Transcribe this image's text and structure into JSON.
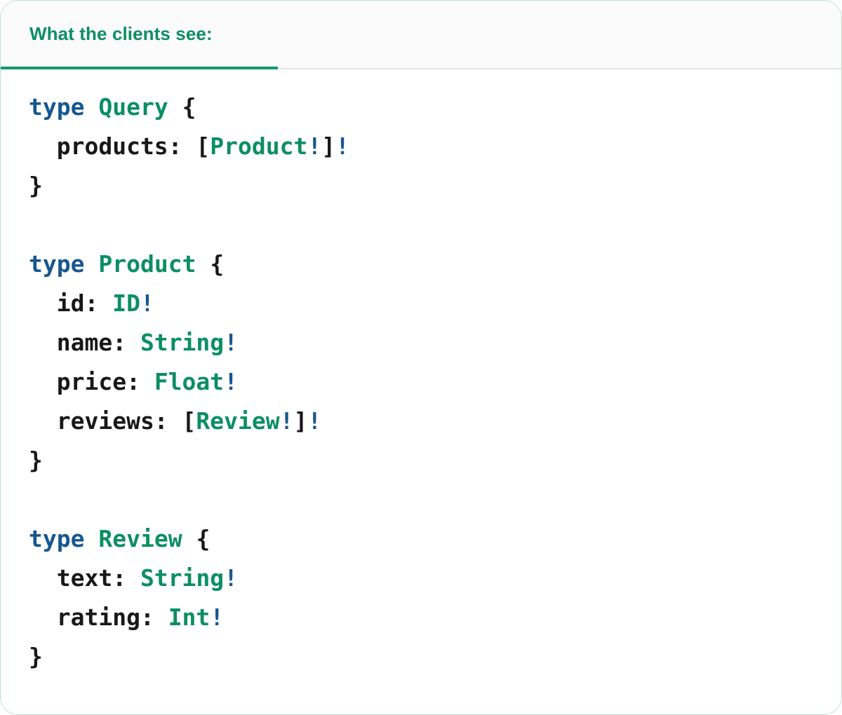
{
  "panel": {
    "border_color": "#bfe0d2",
    "background": "#ffffff"
  },
  "tabbar": {
    "background": "#fbfbfb",
    "divider_color": "#e4e4e4",
    "active_tab": {
      "label": "What the clients see:",
      "text_color": "#0c8e64",
      "underline_color": "#0c9a6c"
    }
  },
  "code": {
    "language": "graphql",
    "colors": {
      "keyword": "#17578f",
      "type": "#0c8e64",
      "punctuation": "#18181a",
      "field": "#18181a",
      "non_null_bang": "#17578f"
    },
    "lines": [
      {
        "id": "l1",
        "tokens": [
          {
            "t": "type",
            "k": "kw"
          },
          {
            "t": " ",
            "k": "plain"
          },
          {
            "t": "Query",
            "k": "type"
          },
          {
            "t": " ",
            "k": "plain"
          },
          {
            "t": "{",
            "k": "punc"
          }
        ]
      },
      {
        "id": "l2",
        "tokens": [
          {
            "t": "  products: ",
            "k": "name"
          },
          {
            "t": "[",
            "k": "punc"
          },
          {
            "t": "Product",
            "k": "type"
          },
          {
            "t": "!",
            "k": "bang"
          },
          {
            "t": "]",
            "k": "punc"
          },
          {
            "t": "!",
            "k": "bang"
          }
        ]
      },
      {
        "id": "l3",
        "tokens": [
          {
            "t": "}",
            "k": "punc"
          }
        ]
      },
      {
        "id": "l4",
        "tokens": []
      },
      {
        "id": "l5",
        "tokens": [
          {
            "t": "type",
            "k": "kw"
          },
          {
            "t": " ",
            "k": "plain"
          },
          {
            "t": "Product",
            "k": "type"
          },
          {
            "t": " ",
            "k": "plain"
          },
          {
            "t": "{",
            "k": "punc"
          }
        ]
      },
      {
        "id": "l6",
        "tokens": [
          {
            "t": "  id: ",
            "k": "name"
          },
          {
            "t": "ID",
            "k": "type"
          },
          {
            "t": "!",
            "k": "bang"
          }
        ]
      },
      {
        "id": "l7",
        "tokens": [
          {
            "t": "  name: ",
            "k": "name"
          },
          {
            "t": "String",
            "k": "type"
          },
          {
            "t": "!",
            "k": "bang"
          }
        ]
      },
      {
        "id": "l8",
        "tokens": [
          {
            "t": "  price: ",
            "k": "name"
          },
          {
            "t": "Float",
            "k": "type"
          },
          {
            "t": "!",
            "k": "bang"
          }
        ]
      },
      {
        "id": "l9",
        "tokens": [
          {
            "t": "  reviews: ",
            "k": "name"
          },
          {
            "t": "[",
            "k": "punc"
          },
          {
            "t": "Review",
            "k": "type"
          },
          {
            "t": "!",
            "k": "bang"
          },
          {
            "t": "]",
            "k": "punc"
          },
          {
            "t": "!",
            "k": "bang"
          }
        ]
      },
      {
        "id": "l10",
        "tokens": [
          {
            "t": "}",
            "k": "punc"
          }
        ]
      },
      {
        "id": "l11",
        "tokens": []
      },
      {
        "id": "l12",
        "tokens": [
          {
            "t": "type",
            "k": "kw"
          },
          {
            "t": " ",
            "k": "plain"
          },
          {
            "t": "Review",
            "k": "type"
          },
          {
            "t": " ",
            "k": "plain"
          },
          {
            "t": "{",
            "k": "punc"
          }
        ]
      },
      {
        "id": "l13",
        "tokens": [
          {
            "t": "  text: ",
            "k": "name"
          },
          {
            "t": "String",
            "k": "type"
          },
          {
            "t": "!",
            "k": "bang"
          }
        ]
      },
      {
        "id": "l14",
        "tokens": [
          {
            "t": "  rating: ",
            "k": "name"
          },
          {
            "t": "Int",
            "k": "type"
          },
          {
            "t": "!",
            "k": "bang"
          }
        ]
      },
      {
        "id": "l15",
        "tokens": [
          {
            "t": "}",
            "k": "punc"
          }
        ]
      }
    ]
  }
}
